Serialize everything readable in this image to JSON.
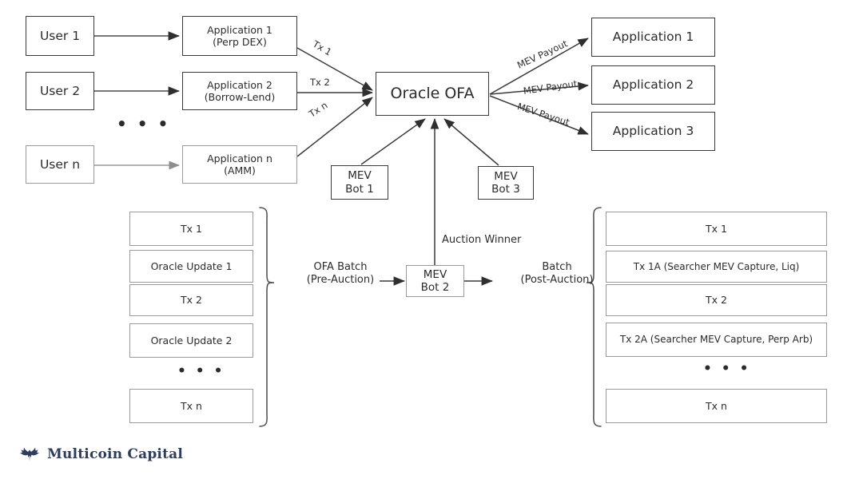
{
  "diagram": {
    "title": "Oracle OFA flow",
    "colors": {
      "stroke_dark": "#3a3a3a",
      "stroke_mid": "#4a4a4a",
      "stroke_light": "#9a9a9a",
      "text": "#2b2b2b",
      "brand_navy": "#2e3c5d",
      "background": "#ffffff"
    }
  },
  "users": [
    {
      "label": "User 1"
    },
    {
      "label": "User 2"
    },
    {
      "label": "User n"
    }
  ],
  "users_ellipsis": "• • •",
  "apps_left": [
    {
      "label": "Application 1 (Perp DEX)"
    },
    {
      "label": "Application 2 (Borrow-Lend)"
    },
    {
      "label": "Application n (AMM)"
    }
  ],
  "hub": {
    "label": "Oracle OFA"
  },
  "tx_edge_labels": [
    {
      "label": "Tx 1"
    },
    {
      "label": "Tx 2"
    },
    {
      "label": "Tx n"
    }
  ],
  "payout_edge_labels": [
    {
      "label": "MEV Payout"
    },
    {
      "label": "MEV Payout"
    },
    {
      "label": "MEV Payout"
    }
  ],
  "apps_right": [
    {
      "label": "Application 1"
    },
    {
      "label": "Application 2"
    },
    {
      "label": "Application 3"
    }
  ],
  "bots": [
    {
      "label": "MEV Bot 1"
    },
    {
      "label": "MEV Bot 3"
    },
    {
      "label": "MEV Bot 2"
    }
  ],
  "auction": {
    "winner_label": "Auction Winner",
    "pre_label": "OFA Batch (Pre-Auction)",
    "post_label": "Batch (Post-Auction)"
  },
  "batch_pre": {
    "items": [
      {
        "label": "Tx 1"
      },
      {
        "label": "Oracle Update 1"
      },
      {
        "label": "Tx 2"
      },
      {
        "label": "Oracle Update 2"
      },
      {
        "label": "Tx n"
      }
    ],
    "ellipsis": "• • •"
  },
  "batch_post": {
    "items": [
      {
        "label": "Tx 1"
      },
      {
        "label": "Tx 1A (Searcher MEV Capture, Liq)"
      },
      {
        "label": "Tx 2"
      },
      {
        "label": "Tx 2A (Searcher MEV Capture, Perp Arb)"
      },
      {
        "label": "Tx n"
      }
    ],
    "ellipsis": "• • •"
  },
  "logo": {
    "name": "Multicoin Capital",
    "icon": "eagle-icon"
  }
}
